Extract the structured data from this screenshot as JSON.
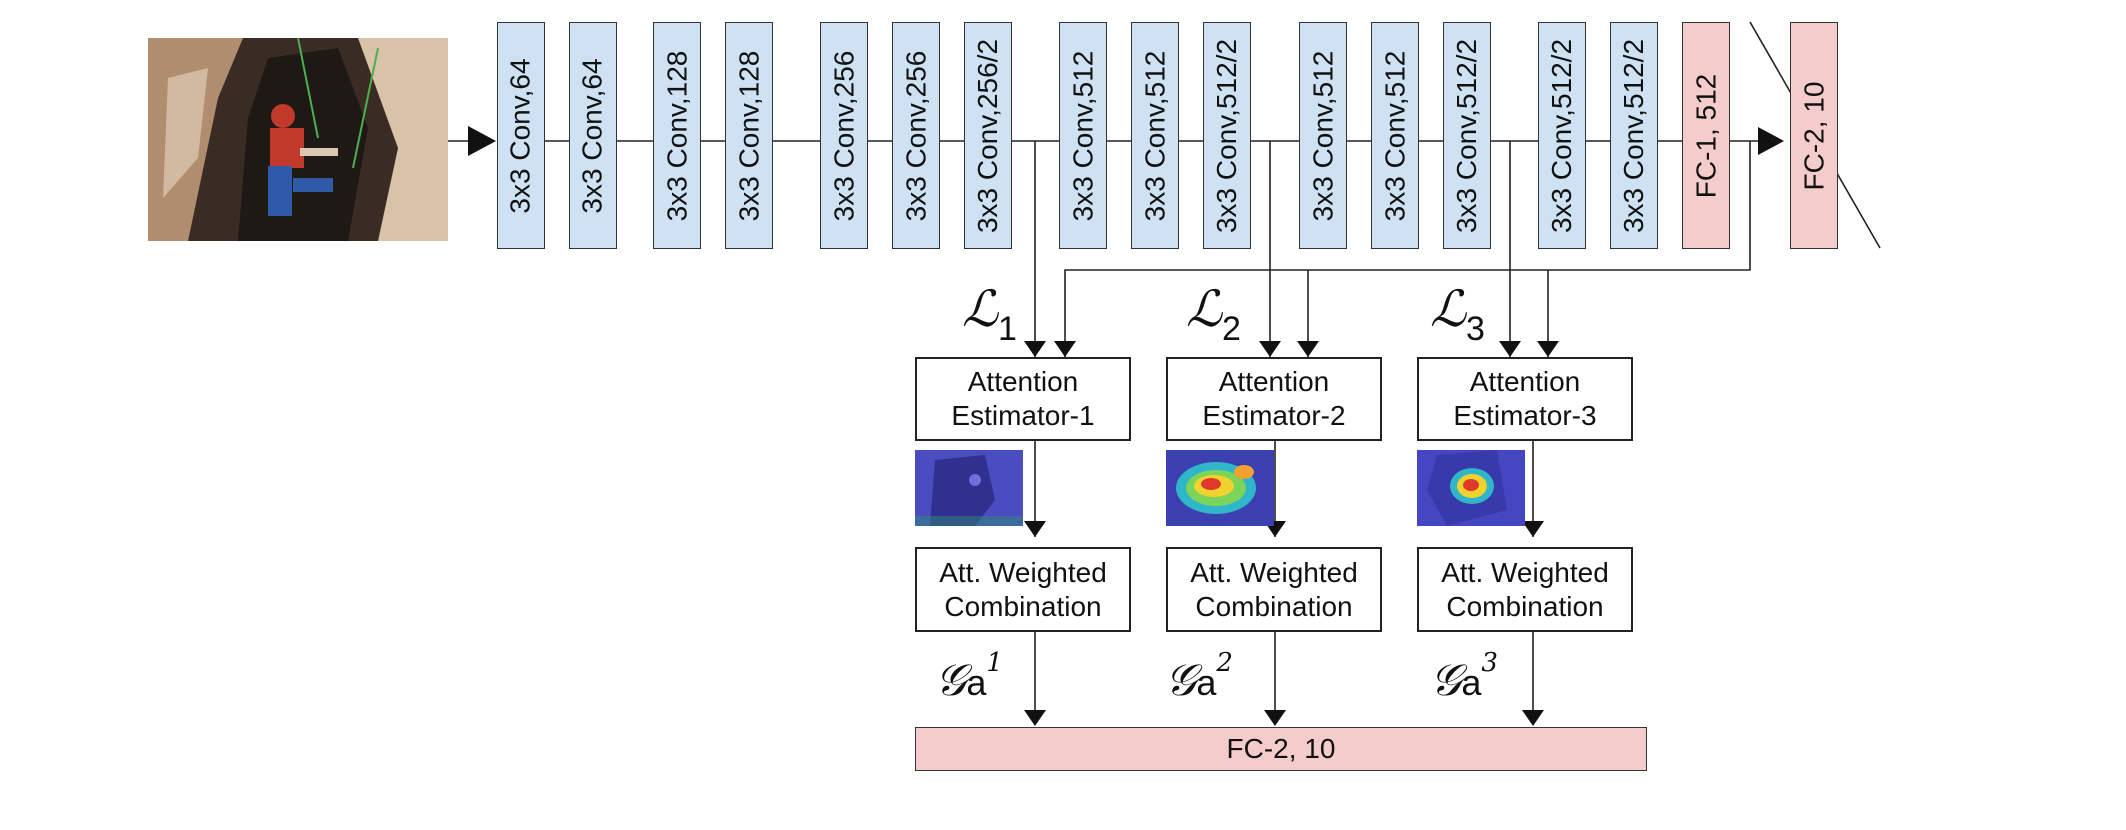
{
  "colors": {
    "conv": "#cfe2f3",
    "fc": "#f4cccc",
    "line": "#222222"
  },
  "input_image": {
    "description_icon": "climber-photo"
  },
  "conv_layers": [
    "3x3 Conv,64",
    "3x3 Conv,64",
    "3x3 Conv,128",
    "3x3 Conv,128",
    "3x3 Conv,256",
    "3x3 Conv,256",
    "3x3 Conv,256/2",
    "3x3 Conv,512",
    "3x3 Conv,512",
    "3x3 Conv,512/2",
    "3x3 Conv,512",
    "3x3 Conv,512",
    "3x3 Conv,512/2",
    "3x3 Conv,512/2",
    "3x3 Conv,512/2"
  ],
  "fc_layers": [
    "FC-1, 512",
    "FC-2, 10"
  ],
  "branches": [
    {
      "loss_symbol": "ℒ",
      "loss_index": "1",
      "estimator_line1": "Attention",
      "estimator_line2": "Estimator-1",
      "combo_line1": "Att. Weighted",
      "combo_line2": "Combination",
      "g_symbol": "𝒢",
      "g_sub": "a",
      "g_sup": "1"
    },
    {
      "loss_symbol": "ℒ",
      "loss_index": "2",
      "estimator_line1": "Attention",
      "estimator_line2": "Estimator-2",
      "combo_line1": "Att. Weighted",
      "combo_line2": "Combination",
      "g_symbol": "𝒢",
      "g_sub": "a",
      "g_sup": "2"
    },
    {
      "loss_symbol": "ℒ",
      "loss_index": "3",
      "estimator_line1": "Attention",
      "estimator_line2": "Estimator-3",
      "combo_line1": "Att. Weighted",
      "combo_line2": "Combination",
      "g_symbol": "𝒢",
      "g_sub": "a",
      "g_sup": "3"
    }
  ],
  "final_fc": "FC-2, 10"
}
